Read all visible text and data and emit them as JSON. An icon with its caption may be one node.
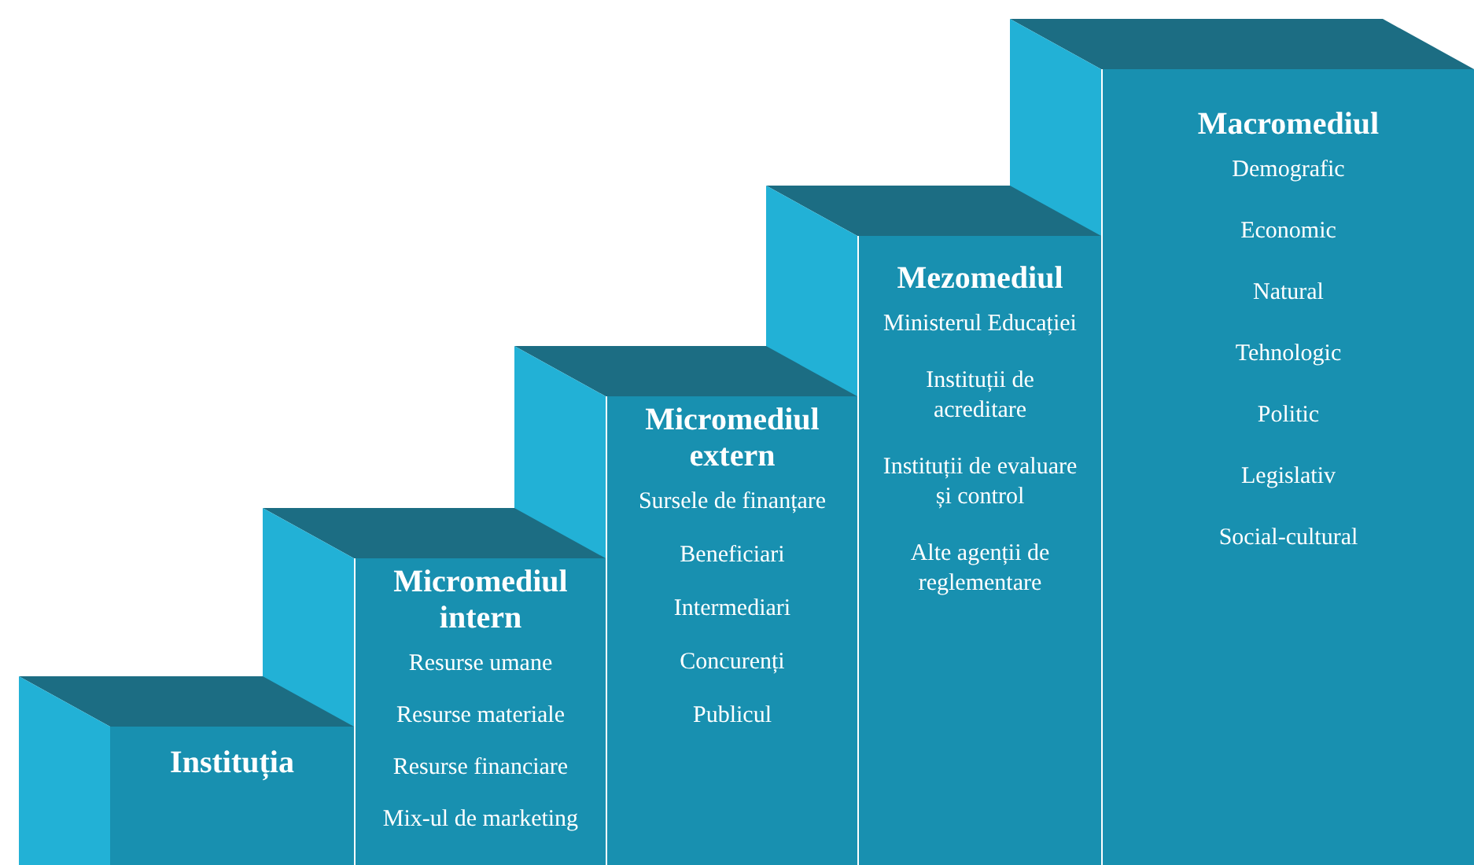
{
  "diagram": {
    "nodes": [
      {
        "text": [
          "Instituția"
        ]
      },
      {
        "text": [
          "Micromediul intern",
          "Resurse umane",
          "Resurse materiale",
          "Resurse financiare",
          "Mix-ul de marketing"
        ]
      },
      {
        "text": [
          "Micromediul extern",
          "Sursele de finanțare",
          "Beneficiari",
          "Intermediari",
          "Concurenți",
          "Publicul"
        ]
      },
      {
        "text": [
          "Mezomediul",
          "Ministerul Educației",
          "Instituții de acreditare",
          "Instituții de evaluare și control",
          "Alte agenții de reglementare"
        ]
      },
      {
        "text": [
          "Macromediul",
          "Demografic",
          "Economic",
          "Natural",
          "Tehnologic",
          "Politic",
          "Legislativ",
          "Social-cultural"
        ]
      }
    ]
  }
}
